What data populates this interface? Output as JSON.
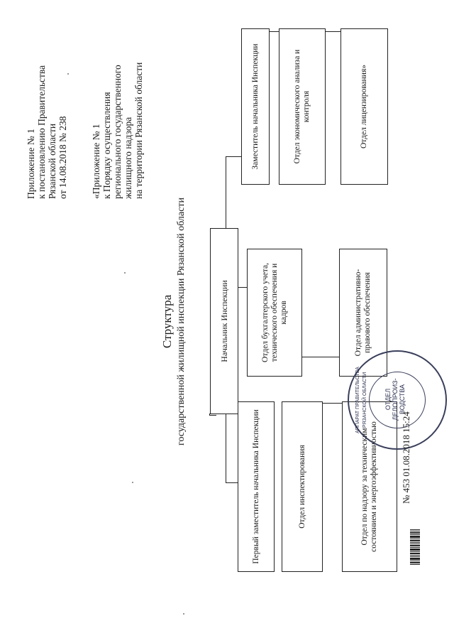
{
  "appendix": {
    "lines": [
      "Приложение № 1",
      "к постановлению Правительства",
      "Рязанской области",
      "от 14.08.2018 № 238"
    ],
    "order_lines": [
      "«Приложение № 1",
      "к Порядку осуществления",
      "регионального государственного",
      "жилищного надзора",
      "на территории Рязанской области"
    ]
  },
  "title": {
    "line1": "Структура",
    "line2": "государственной жилищной инспекции Рязанской области"
  },
  "org": {
    "head": "Начальник  Инспекции",
    "left_col": [
      "Первый заместитель начальника Инспекции",
      "Отдел инспектирования",
      "Отдел по надзору за техническим состоянием и энергоэффективностью"
    ],
    "middle_col": [
      "Отдел бухгалтерского учета, технического обеспечения и кадров",
      "Отдел административно-правового обеспечения"
    ],
    "right_col": [
      "Заместитель начальника Инспекции",
      "Отдел экономического анализа и контроля",
      "Отдел лицензирования»"
    ]
  },
  "stamp": {
    "outer_text": "АППАРАТ ПРАВИТЕЛЬСТВА РЯЗАНСКОЙ ОБЛАСТИ",
    "center_text": "ОТДЕЛ ДЕЛОПРОИЗ-ВОДСТВА"
  },
  "registration": {
    "text": "№ 453  01.08.2018  15:24"
  },
  "colors": {
    "ink": "#1a1a1a",
    "stamp": "#3a3f5a"
  }
}
